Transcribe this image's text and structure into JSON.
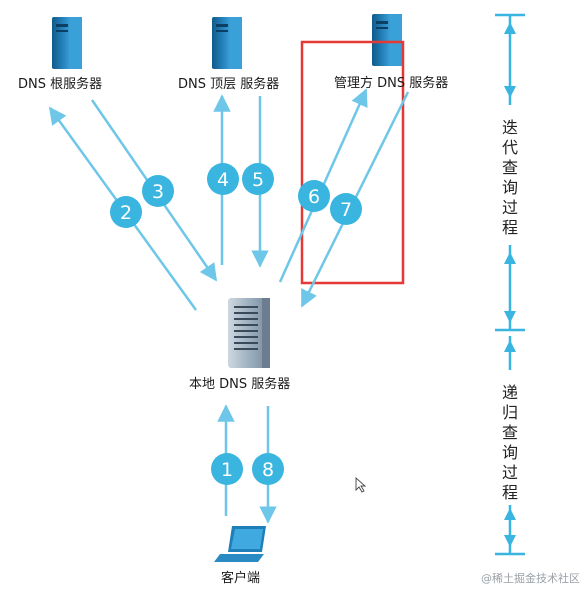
{
  "nodes": {
    "root": "DNS  根服务器",
    "tld": "DNS  顶层  服务器",
    "authoritative": "管理方  DNS  服务器",
    "local": "本地  DNS  服务器",
    "client": "客户端"
  },
  "steps": [
    "1",
    "2",
    "3",
    "4",
    "5",
    "6",
    "7",
    "8"
  ],
  "side_labels": {
    "iterative": "迭代查询过程",
    "recursive": "递归查询过程"
  },
  "watermark": "@稀土掘金技术社区",
  "colors": {
    "arrow": "#6ec6e8",
    "badge": "#39b5e0",
    "highlight": "#e53935",
    "server_dark": "#1b6fa0",
    "server_light": "#4fb3e6"
  }
}
